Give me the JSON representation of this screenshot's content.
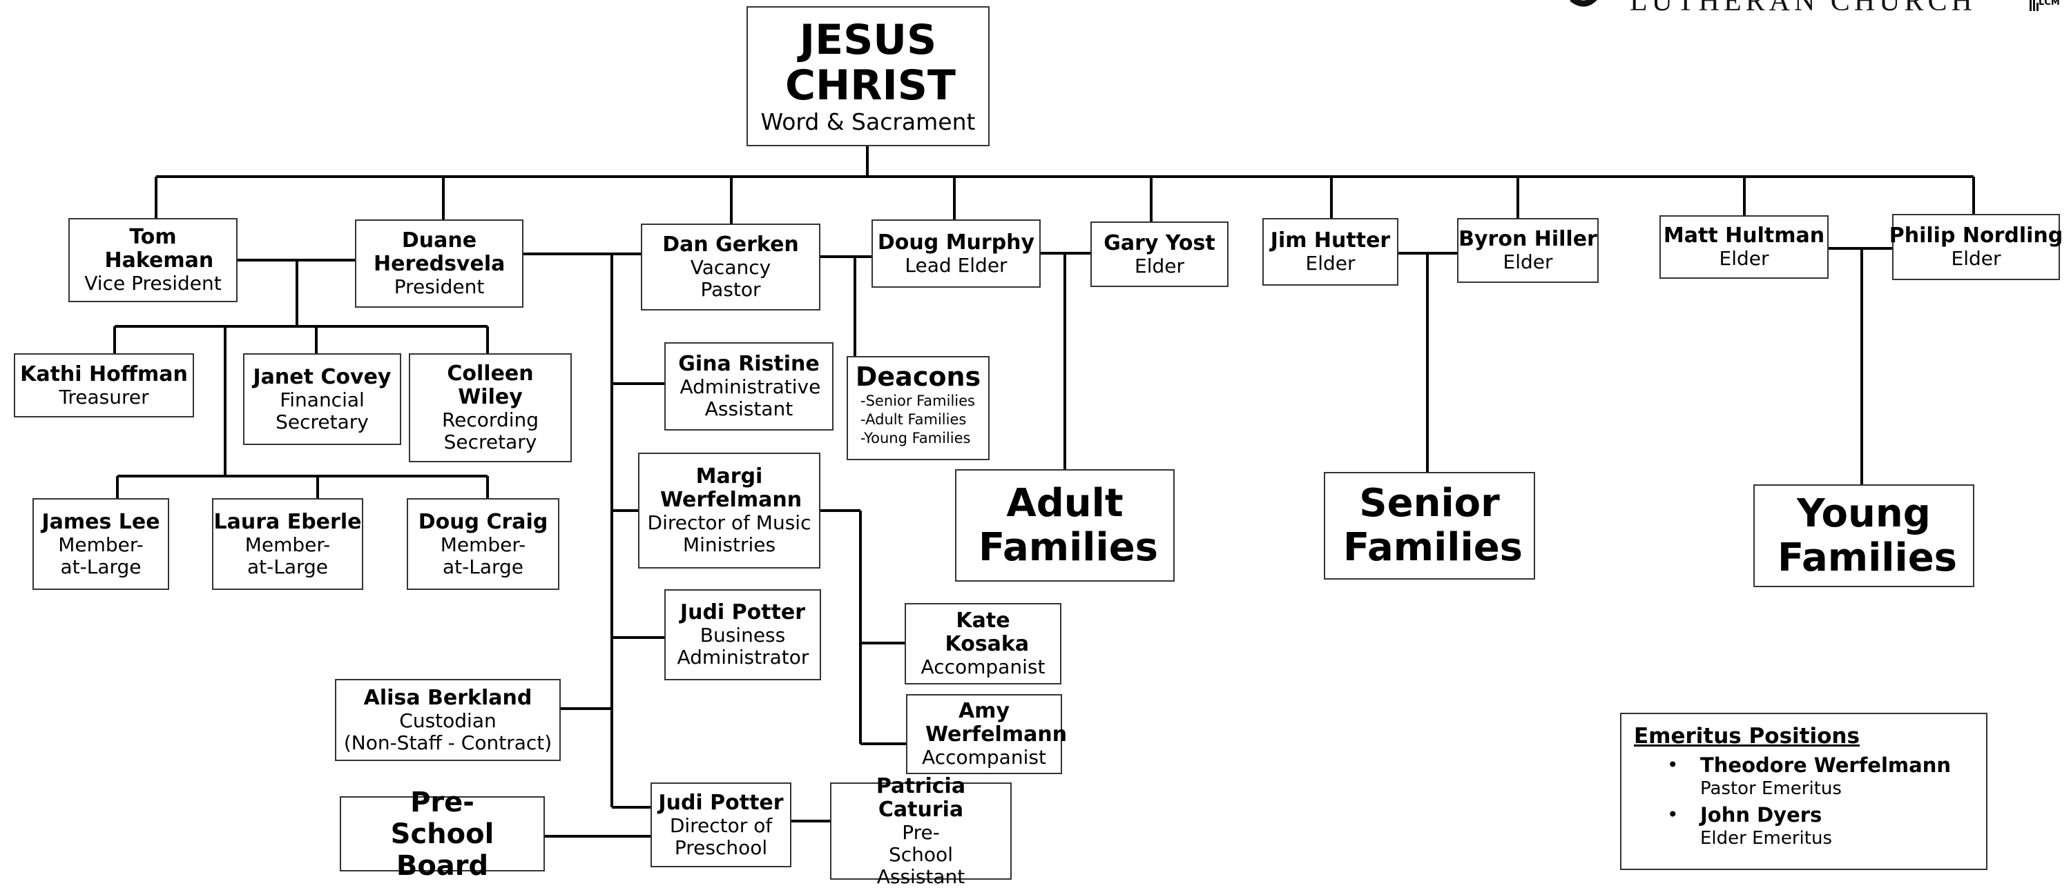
{
  "header": {
    "church_name": "LUTHERAN CHURCH",
    "logo_icon": "church-logo-icon",
    "lcms_icon": "lcms-logo-icon",
    "lcms_text": "LCM"
  },
  "root": {
    "name": "JESUS CHRIST",
    "role": "Word & Sacrament"
  },
  "people": {
    "tom": {
      "name": "Tom Hakeman",
      "role": "Vice President"
    },
    "duane": {
      "name": "Duane Heredsvela",
      "role": "President"
    },
    "dan": {
      "name": "Dan Gerken",
      "role": "Vacancy Pastor"
    },
    "doug_m": {
      "name": "Doug Murphy",
      "role": "Lead Elder"
    },
    "gary": {
      "name": "Gary Yost",
      "role": "Elder"
    },
    "jim": {
      "name": "Jim Hutter",
      "role": "Elder"
    },
    "byron": {
      "name": "Byron Hiller",
      "role": "Elder"
    },
    "matt": {
      "name": "Matt Hultman",
      "role": "Elder"
    },
    "philip": {
      "name": "Philip Nordling",
      "role": "Elder"
    },
    "kathi": {
      "name": "Kathi Hoffman",
      "role": "Treasurer"
    },
    "janet": {
      "name": "Janet Covey",
      "role": "Financial Secretary"
    },
    "colleen": {
      "name": "Colleen Wiley",
      "role": "Recording Secretary"
    },
    "james": {
      "name": "James Lee",
      "role": "Member-at-Large"
    },
    "laura": {
      "name": "Laura Eberle",
      "role": "Member-at-Large"
    },
    "doug_c": {
      "name": "Doug Craig",
      "role": "Member-at-Large"
    },
    "gina": {
      "name": "Gina Ristine",
      "role": "Administrative Assistant"
    },
    "margi": {
      "name": "Margi Werfelmann",
      "role": "Director of Music Ministries"
    },
    "judi_b": {
      "name": "Judi Potter",
      "role": "Business Administrator"
    },
    "alisa": {
      "name": "Alisa Berkland",
      "role": "Custodian",
      "role2": "(Non-Staff - Contract)"
    },
    "judi_p": {
      "name": "Judi Potter",
      "role": "Director of Preschool"
    },
    "patricia": {
      "name": "Patricia Caturia",
      "role": "Pre-School Assistant"
    },
    "kate": {
      "name": "Kate Kosaka",
      "role": "Accompanist"
    },
    "amy": {
      "name": "Amy Werfelmann",
      "role": "Accompanist"
    }
  },
  "deacons": {
    "title": "Deacons",
    "items": [
      "-Senior Families",
      "-Adult Families",
      "-Young Families"
    ]
  },
  "groups": {
    "adult": "Adult Families",
    "senior": "Senior Families",
    "young": "Young Families",
    "preschool_board": "Pre-School Board"
  },
  "emeritus": {
    "title": "Emeritus Positions",
    "items": [
      {
        "name": "Theodore Werfelmann",
        "role": "Pastor Emeritus"
      },
      {
        "name": "John Dyers",
        "role": "Elder Emeritus"
      }
    ]
  }
}
